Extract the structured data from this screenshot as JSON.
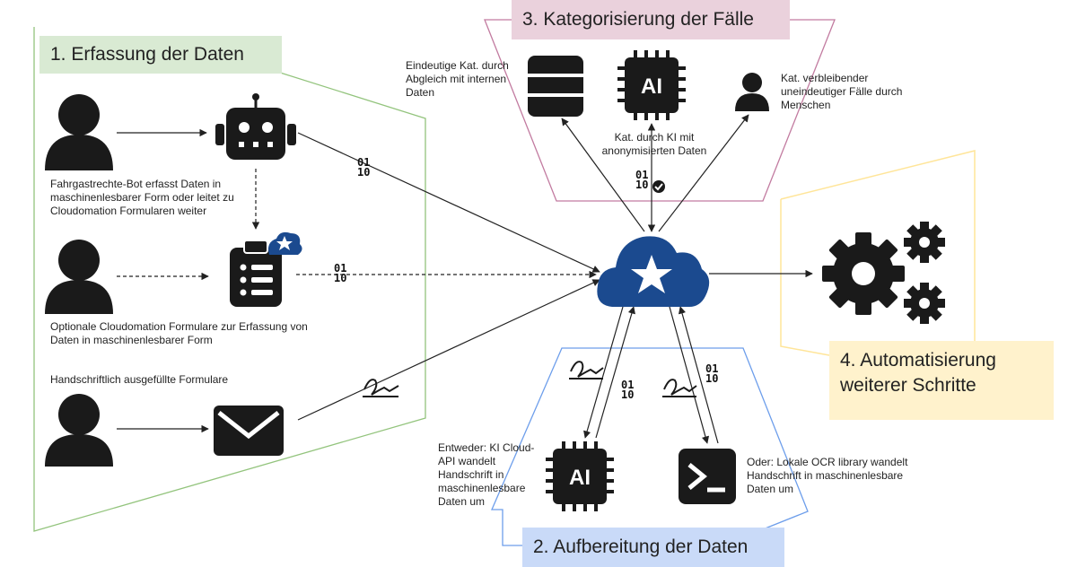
{
  "sections": {
    "erfassung": "1. Erfassung der Daten",
    "aufbereitung": "2. Aufbereitung der Daten",
    "kategorisierung": "3. Kategorisierung der Fälle",
    "automatisierung": "4. Automatisierung weiterer Schritte"
  },
  "labels": {
    "bot": "Fahrgastrechte-Bot erfasst Daten in maschinenlesbarer Form oder leitet zu Cloudomation Formularen weiter",
    "forms": "Optionale Cloudomation Formulare zur Erfassung von Daten in maschinenlesbarer Form",
    "handwritten": "Handschriftlich ausgefüllte Formulare",
    "db_cat": "Eindeutige Kat. durch Abgleich mit internen Daten",
    "ai_cat": "Kat. durch KI mit anonymisierten Daten",
    "human_cat": "Kat. verbleibender uneindeutiger Fälle durch Menschen",
    "ai_ocr": "Entweder: KI Cloud-API wandelt Handschrift in maschinenlesbare Daten um",
    "local_ocr": "Oder: Lokale OCR library wandelt Handschrift in maschinenlesbare Daten um"
  },
  "icons": {
    "chip_text": "AI",
    "binary_top": "01",
    "binary_bottom": "10"
  },
  "colors": {
    "green": "#93c47d",
    "pink": "#c27ba0",
    "blue": "#6d9eeb",
    "yellow": "#ffe599",
    "cloud": "#1b4a8f",
    "icon": "#1a1a1a"
  }
}
